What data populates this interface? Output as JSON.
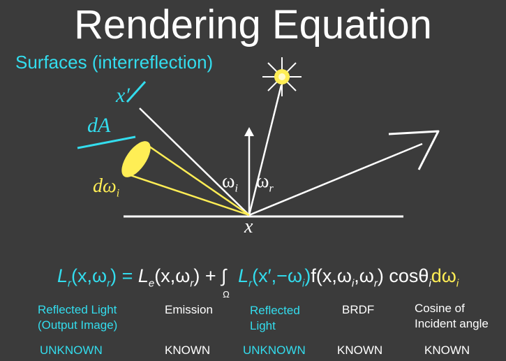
{
  "title": "Rendering Equation",
  "subtitle": "Surfaces (interreflection)",
  "diagram_labels": {
    "x_prime": "x′",
    "dA": "dA",
    "d_omega_i": "dω",
    "d_omega_i_sub": "i",
    "omega_i": "ω",
    "omega_i_sub": "i",
    "omega_r": "ω",
    "omega_r_sub": "r",
    "x": "x"
  },
  "equation": {
    "lhs": "L",
    "lhs_sub": "r",
    "lhs_args": "(x,ω",
    "lhs_args_sub": "r",
    "lhs_close": ") = ",
    "emission": "L",
    "emission_sub": "e",
    "emission_args": "(x,ω",
    "emission_args_sub": "r",
    "emission_close": ") + ",
    "integral": "∫",
    "integral_domain": "Ω",
    "reflected": "L",
    "reflected_sub": "r",
    "reflected_args": "(x′,−ω",
    "reflected_args_sub": "i",
    "reflected_close": ")",
    "brdf": "f(x,ω",
    "brdf_sub1": "i",
    "brdf_mid": ",ω",
    "brdf_sub2": "r",
    "brdf_close": ")",
    "cosine": " cosθ",
    "cosine_sub": "i",
    "d_omega": "dω",
    "d_omega_sub": "i"
  },
  "captions": {
    "reflected_light_output": [
      "Reflected Light",
      "(Output Image)"
    ],
    "emission": "Emission",
    "reflected_light": [
      "Reflected",
      "Light"
    ],
    "brdf": "BRDF",
    "cosine": [
      "Cosine of",
      "Incident angle"
    ]
  },
  "status": {
    "col1": "UNKNOWN",
    "col2": "KNOWN",
    "col3": "UNKNOWN",
    "col4": "KNOWN",
    "col5": "KNOWN"
  },
  "colors": {
    "background": "#3b3b3b",
    "cyan": "#33ddee",
    "yellow": "#ffee55",
    "white": "#ffffff"
  }
}
